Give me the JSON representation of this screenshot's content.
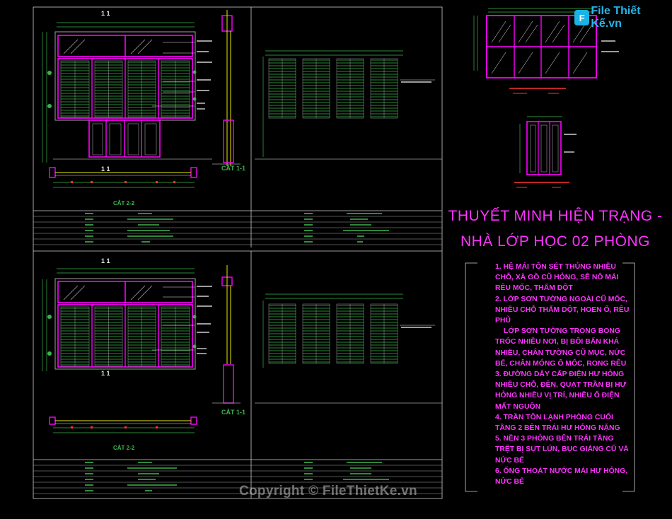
{
  "title_line1": "THUYẾT MINH HIỆN TRẠNG -",
  "title_line2": "NHÀ LỚP HỌC 02 PHÒNG",
  "notes": [
    "1. HỆ MÁI TÔN SÉT THỦNG NHIỀU CHỖ, XÀ GỒ CŨ HỎNG, SÊ NÔ MÁI RÊU MỐC, THẤM DỘT",
    "2. LỚP SƠN TƯỜNG NGOÀI CŨ MỐC, NHIỀU CHỖ THẤM DỘT, HOEN Ố, RÊU PHỦ",
    "    LỚP SƠN TƯỜNG TRONG BONG TRÓC NHIỀU NƠI, BỊ BÔI BẨN KHÁ NHIỀU, CHÂN TƯỜNG CŨ MỤC, NỨC BỂ, CHÂN MÓNG Ố MỐC, RONG RÊU",
    "3. ĐƯỜNG DÂY CẤP ĐIỆN HƯ HỎNG NHIỀU CHỖ, ĐÈN, QUẠT TRẦN BỊ HƯ HỎNG NHIỀU VỊ TRÍ, NHIỀU Ổ ĐIỆN MẤT NGUỒN",
    "4. TRẦN TÔN LẠNH PHÒNG CUỐI TẦNG 2 BÊN TRÁI HƯ HỎNG NẶNG",
    "5. NỀN 3 PHÒNG BÊN TRÁI TẦNG TRỆT BỊ SỤT LÚN, BỤC GIẢNG CŨ VÀ NỨC BỂ",
    "6. ỐNG THOÁT NƯỚC MÁI HƯ HỎNG, NỨC BỂ"
  ],
  "section_labels": {
    "cat11_top": "CẮT 1-1",
    "cat22_top": "CẮT 2-2",
    "cat11_bottom": "CẮT 1-1",
    "cat22_bottom": "CẮT 2-2",
    "mark11_a": "1  1",
    "mark11_b": "1  1",
    "mark11_c": "1  1",
    "mark11_d": "1  1"
  },
  "logo": {
    "icon": "F",
    "text": "File Thiết Kế.vn"
  },
  "copyright": "Copyright © FileThietKe.vn",
  "colors": {
    "magenta": "#ff00ff",
    "green": "#39b54a",
    "yellow": "#e8e800",
    "white": "#e6e6e6",
    "cyan": "#00e6e6"
  }
}
